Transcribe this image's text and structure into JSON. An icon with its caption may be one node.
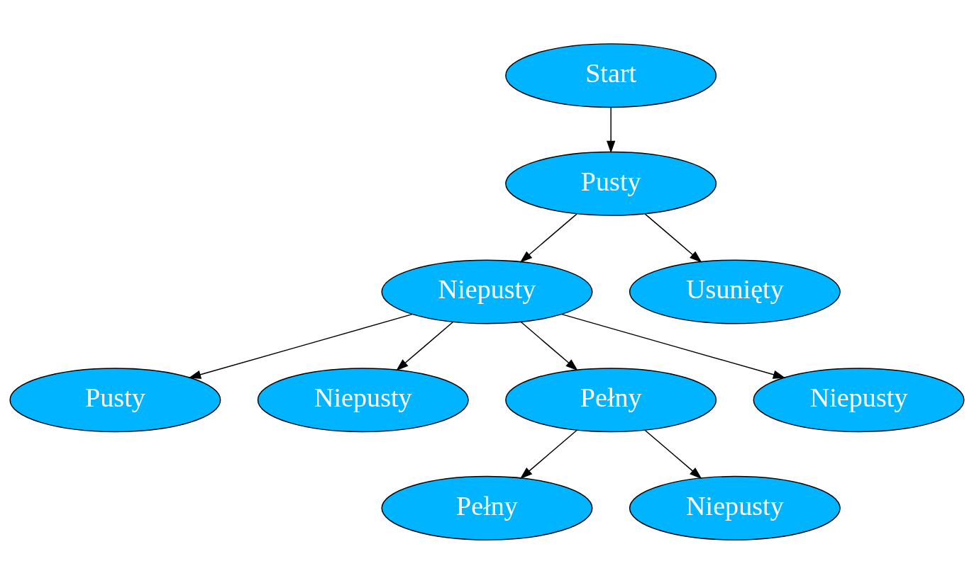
{
  "diagram": {
    "nodes": [
      {
        "text": [
          "Start"
        ]
      },
      {
        "text": [
          "Pusty"
        ]
      },
      {
        "text": [
          "Niepusty"
        ]
      },
      {
        "text": [
          "Usunięty"
        ]
      },
      {
        "text": [
          "Pusty"
        ]
      },
      {
        "text": [
          "Niepusty"
        ]
      },
      {
        "text": [
          "Pełny"
        ]
      },
      {
        "text": [
          "Niepusty"
        ]
      },
      {
        "text": [
          "Pełny"
        ]
      },
      {
        "text": [
          "Niepusty"
        ]
      }
    ],
    "edges": [
      {
        "from": 0,
        "to": 1,
        "arrow": "to"
      },
      {
        "from": 1,
        "to": 2,
        "arrow": "to"
      },
      {
        "from": 1,
        "to": 3,
        "arrow": "to"
      },
      {
        "from": 2,
        "to": 4,
        "arrow": "to"
      },
      {
        "from": 2,
        "to": 5,
        "arrow": "to"
      },
      {
        "from": 2,
        "to": 6,
        "arrow": "to"
      },
      {
        "from": 2,
        "to": 7,
        "arrow": "to"
      },
      {
        "from": 6,
        "to": 8,
        "arrow": "to"
      },
      {
        "from": 6,
        "to": 9,
        "arrow": "to"
      }
    ]
  }
}
